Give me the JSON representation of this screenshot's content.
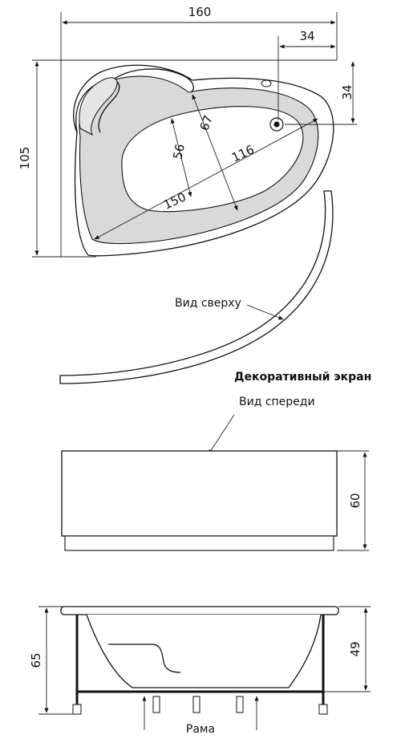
{
  "top_view": {
    "width_label": "160",
    "depth_label": "105",
    "overflow_offset_x_label": "34",
    "overflow_offset_y_label": "34",
    "inner_length_label": "150",
    "inner_diag_label": "116",
    "inner_width_a_label": "67",
    "inner_width_b_label": "56",
    "caption": "Вид сверху"
  },
  "panel": {
    "title": "Декоративный экран",
    "caption": "Вид спереди",
    "height_label": "60"
  },
  "side_view": {
    "total_height_label": "65",
    "depth_label": "49",
    "frame_label": "Рама"
  }
}
